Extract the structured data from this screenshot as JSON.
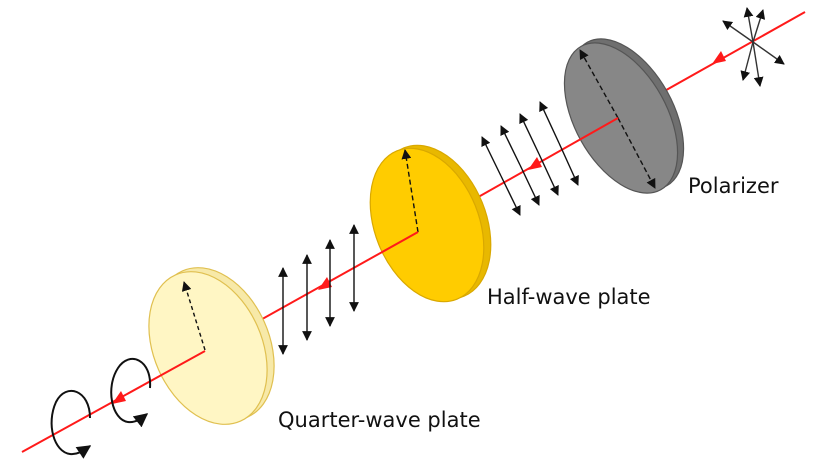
{
  "labels": {
    "polarizer": "Polarizer",
    "half_wave_plate": "Half-wave plate",
    "quarter_wave_plate": "Quarter-wave plate"
  },
  "colors": {
    "beam": "#ff1a1a",
    "polarizer_fill": "#878787",
    "polarizer_edge": "#555555",
    "half_wave_fill": "#ffcc00",
    "half_wave_edge": "#d9a800",
    "quarter_wave_fill": "#fff6c4",
    "quarter_wave_edge": "#e0c050",
    "arrow": "#111111"
  },
  "icons": {
    "unpolarized": "unpolarized-light-star-icon",
    "linear": "linear-polarization-arrow-icon",
    "circular": "circular-polarization-icon"
  }
}
